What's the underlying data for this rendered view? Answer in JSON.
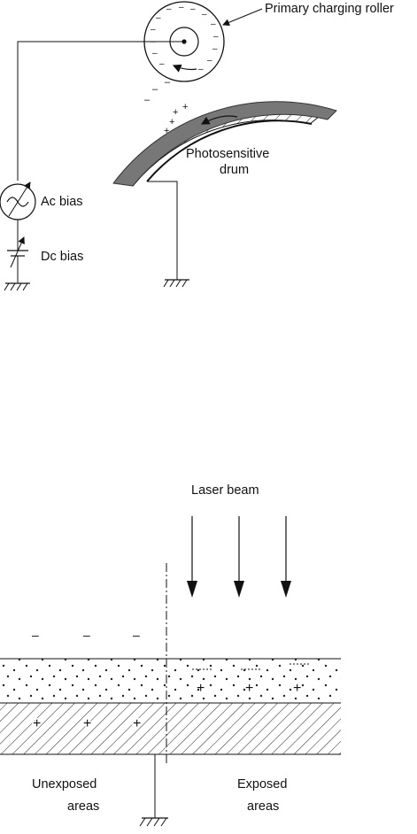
{
  "charging_diagram": {
    "roller_label": "Primary charging roller",
    "drum_label_line1": "Photosensitive",
    "drum_label_line2": "drum",
    "ac_bias_label": "Ac bias",
    "dc_bias_label": "Dc bias"
  },
  "exposure_diagram": {
    "laser_label": "Laser beam",
    "unexposed_line1": "Unexposed",
    "unexposed_line2": "areas",
    "exposed_line1": "Exposed",
    "exposed_line2": "areas"
  }
}
